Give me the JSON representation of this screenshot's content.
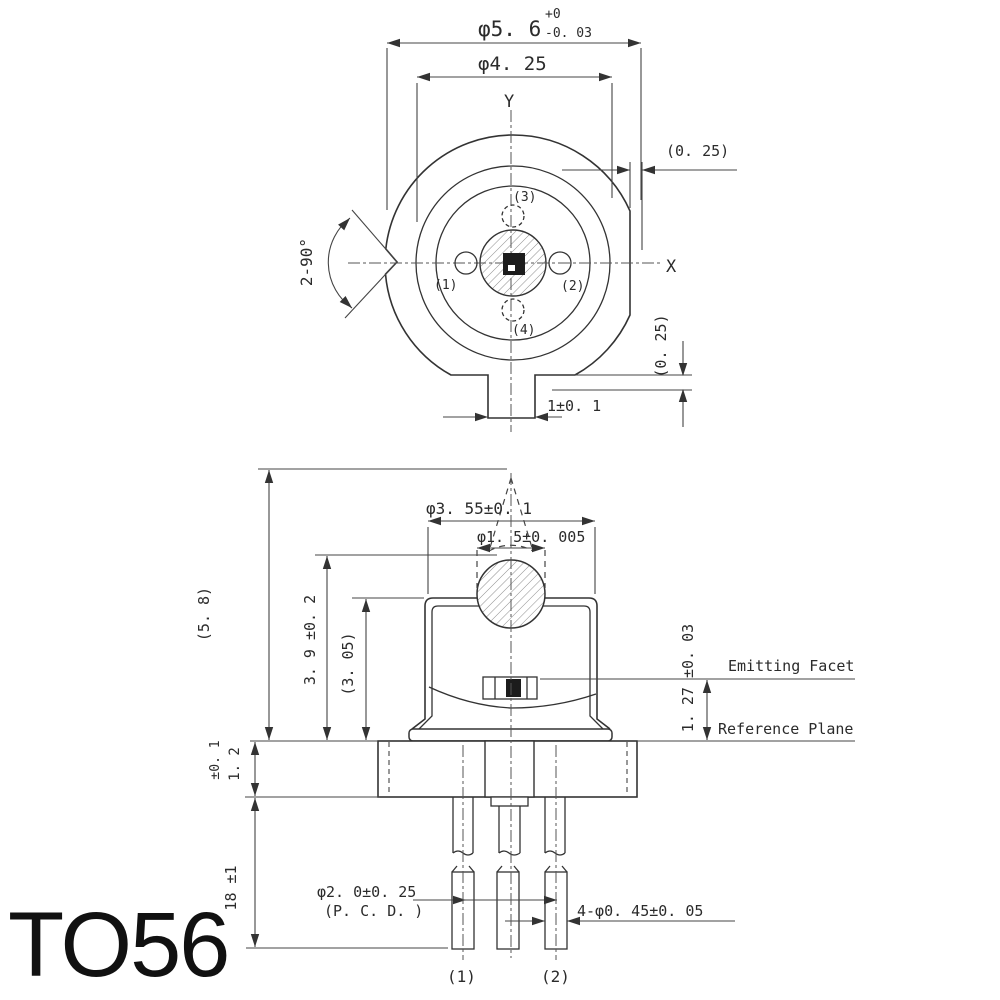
{
  "title": "TO56",
  "colors": {
    "line": "#333333",
    "dim_line": "#444444",
    "text": "#2b2b2b",
    "chip": "#1c1c1c",
    "background": "#ffffff"
  },
  "tv": {
    "phi56": "φ5. 6",
    "phi56_tol_plus": "+0",
    "phi56_tol_minus": "-0. 03",
    "phi425": "φ4. 25",
    "flat_right": "(0. 25)",
    "flat_bottom": "(0. 25)",
    "tab_width": "1±0. 1",
    "notch_angle": "2-90°",
    "axis_x": "X",
    "axis_y": "Y",
    "pin1": "(1)",
    "pin2": "(2)",
    "pin3": "(3)",
    "pin4": "(4)"
  },
  "sv": {
    "cap_dia": "φ3. 55±0. 1",
    "ball_dia": "φ1. 5±0. 005",
    "total_height": "(5. 8)",
    "ball_top_height": "3. 9 ±0. 2",
    "cap_height": "(3. 05)",
    "facet_height": "1. 27  ±0. 03",
    "emitting_facet": "Emitting Facet",
    "reference_plane": "Reference Plane",
    "flange_tol": "±0. 1",
    "flange_thk": "1. 2",
    "pin_length": "18 ±1",
    "pcd": "φ2. 0±0. 25",
    "pcd_note": "(P. C. D. )",
    "pin_dia": "4-φ0. 45±0. 05",
    "pin1": "(1)",
    "pin2": "(2)"
  }
}
